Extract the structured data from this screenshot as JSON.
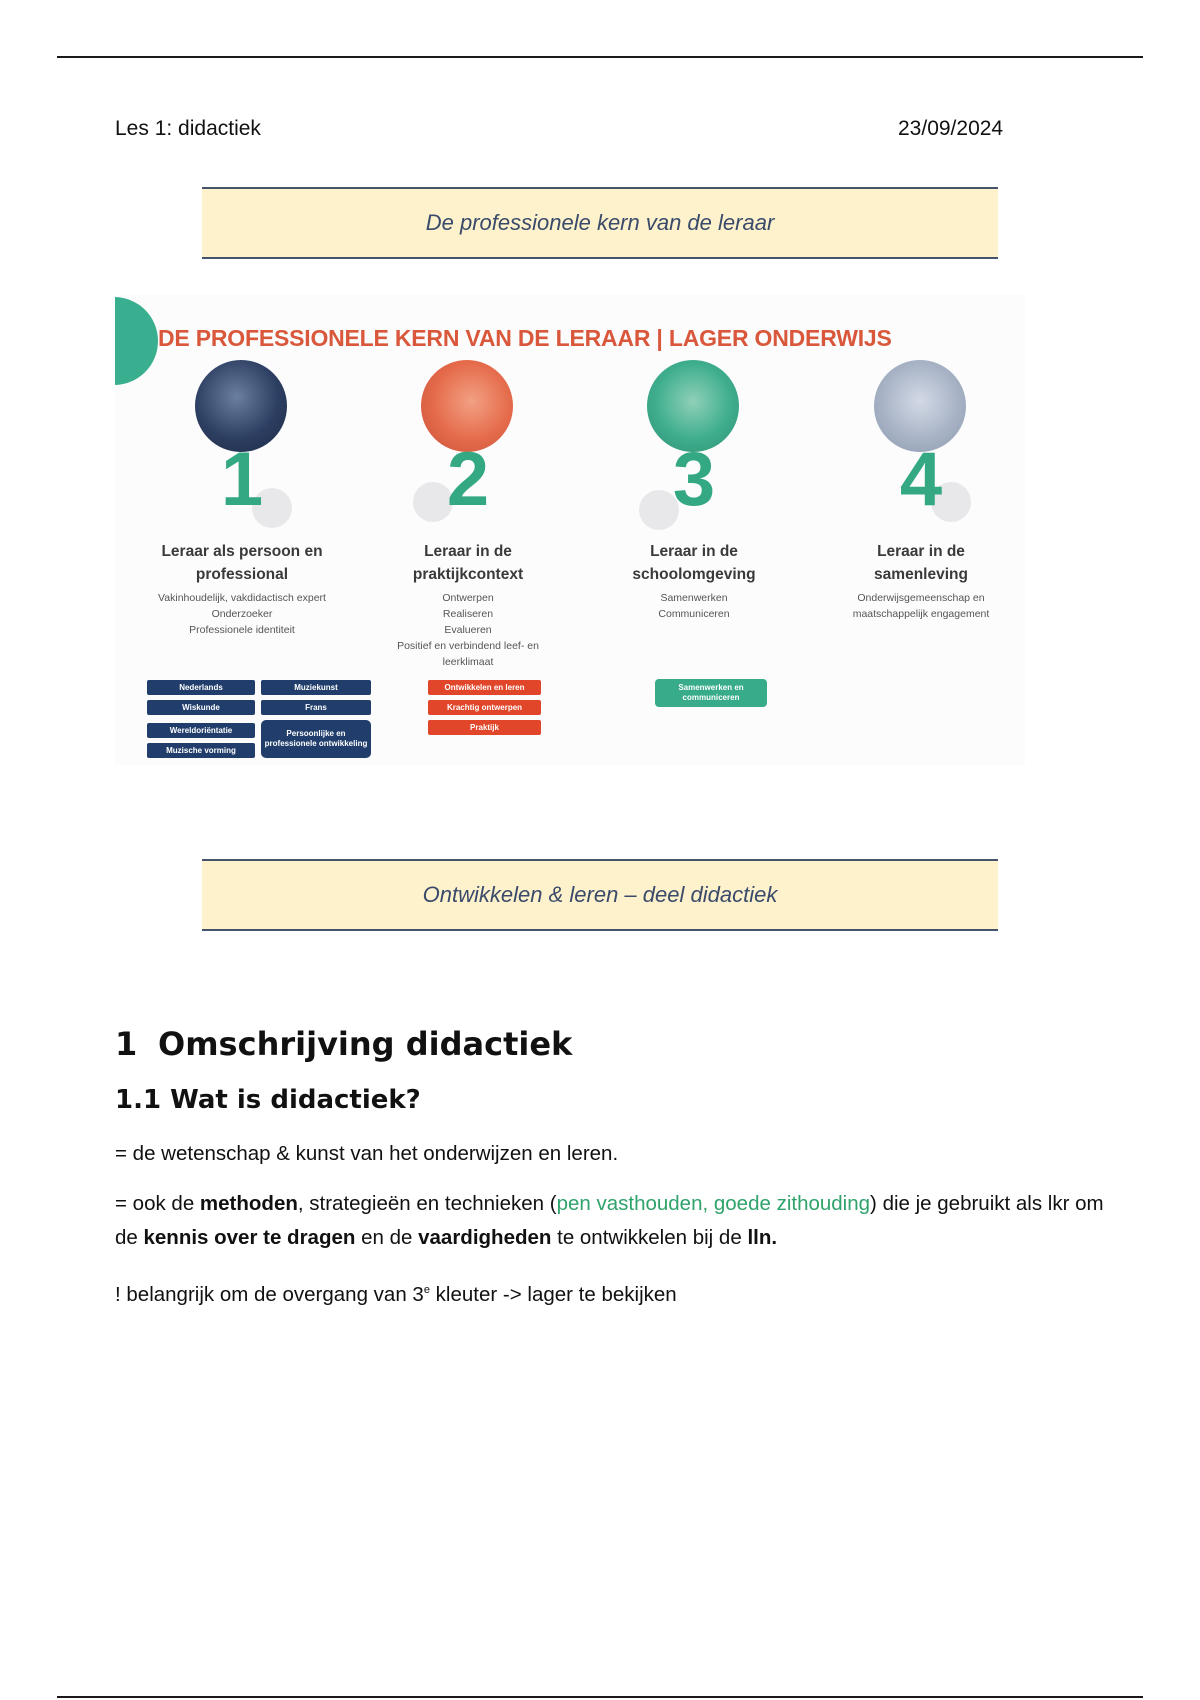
{
  "header": {
    "left": "Les 1: didactiek",
    "right": "23/09/2024"
  },
  "banner1": "De professionele kern van de leraar",
  "figure": {
    "title": "DE PROFESSIONELE KERN VAN DE LERAAR | LAGER ONDERWIJS",
    "columns": [
      {
        "number": "1",
        "title_line1": "Leraar als persoon en",
        "title_line2": "professional",
        "items": [
          "Vakinhoudelijk, vakdidactisch expert",
          "Onderzoeker",
          "Professionele identiteit"
        ],
        "tags": [
          "Nederlands",
          "Muziekunst",
          "Wiskunde",
          "Frans",
          "Wereldoriëntatie",
          "Persoonlijke en professionele ontwikkeling",
          "Muzische vorming"
        ]
      },
      {
        "number": "2",
        "title_line1": "Leraar in de",
        "title_line2": "praktijkcontext",
        "items": [
          "Ontwerpen",
          "Realiseren",
          "Evalueren",
          "Positief en verbindend leef- en",
          "leerklimaat"
        ],
        "tags": [
          "Ontwikkelen en leren",
          "Krachtig ontwerpen",
          "Praktijk"
        ]
      },
      {
        "number": "3",
        "title_line1": "Leraar in de",
        "title_line2": "schoolomgeving",
        "items": [
          "Samenwerken",
          "Communiceren"
        ],
        "tags": [
          "Samenwerken en communiceren"
        ]
      },
      {
        "number": "4",
        "title_line1": "Leraar in de",
        "title_line2": "samenleving",
        "items": [
          "Onderwijsgemeenschap en",
          "maatschappelijk engagement"
        ],
        "tags": []
      }
    ]
  },
  "banner2": "Ontwikkelen & leren – deel didactiek",
  "section": {
    "number": "1",
    "title": "Omschrijving didactiek"
  },
  "subsection": {
    "title": "1.1 Wat is didactiek?"
  },
  "paragraphs": {
    "p1": "= de wetenschap & kunst van het onderwijzen en leren.",
    "p2": {
      "a": "= ook de ",
      "b": "methoden",
      "c": ", strategieën en technieken (",
      "d": "pen vasthouden, goede zithouding",
      "e": ") die je gebruikt als lkr om de ",
      "f": "kennis over te dragen",
      "g": " en de ",
      "h": "vaardigheden",
      "i": " te ontwikkelen bij de ",
      "j": "lln."
    },
    "p3": {
      "a": "! belangrijk om de overgang van 3",
      "sup": "e",
      "b": " kleuter -> lager te bekijken"
    }
  },
  "colors": {
    "accent_green": "#34a883",
    "title_red": "#d9573a",
    "banner_bg": "#fef2cc",
    "tag_blue": "#203d6b",
    "tag_red": "#e1462a"
  }
}
